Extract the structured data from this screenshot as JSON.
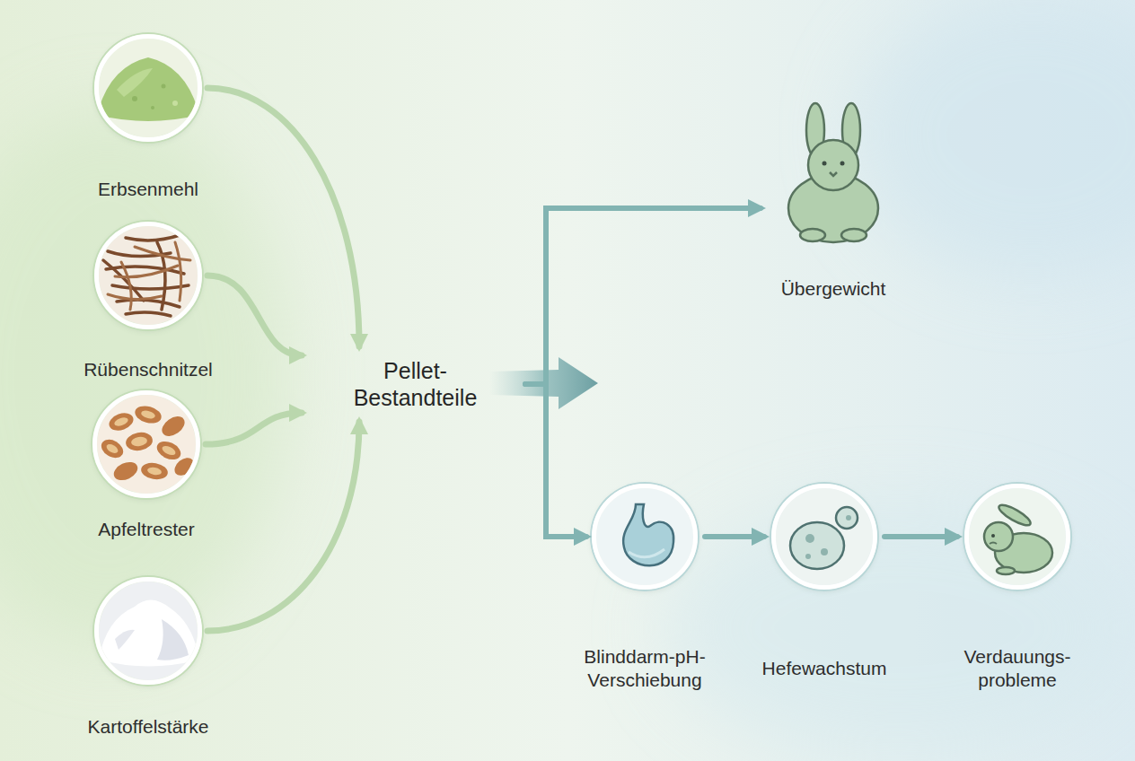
{
  "diagram": {
    "nodes": [
      {
        "text": [
          "Erbsenmehl"
        ]
      },
      {
        "text": [
          "Rübenschnitzel"
        ]
      },
      {
        "text": [
          "Apfeltrester"
        ]
      },
      {
        "text": [
          "Kartoffelstärke"
        ]
      },
      {
        "text": [
          "Pellet- Bestandteile"
        ]
      },
      {
        "text": [
          "Übergewicht"
        ]
      },
      {
        "text": [
          "Blinddarm-pH- Verschiebung"
        ]
      },
      {
        "text": [
          "Hefewachstum"
        ]
      },
      {
        "text": [
          "Verdauungs- probleme"
        ]
      }
    ],
    "edges": [
      {
        "from": 0,
        "to": 4,
        "arrow": "to"
      },
      {
        "from": 1,
        "to": 4,
        "arrow": "to"
      },
      {
        "from": 2,
        "to": 4,
        "arrow": "to"
      },
      {
        "from": 3,
        "to": 4,
        "arrow": "to"
      },
      {
        "from": 4,
        "to": 5,
        "arrow": "to"
      },
      {
        "from": 4,
        "to": 6,
        "arrow": "to"
      },
      {
        "from": 6,
        "to": 7,
        "arrow": "to"
      },
      {
        "from": 7,
        "to": 8,
        "arrow": "to"
      }
    ]
  }
}
